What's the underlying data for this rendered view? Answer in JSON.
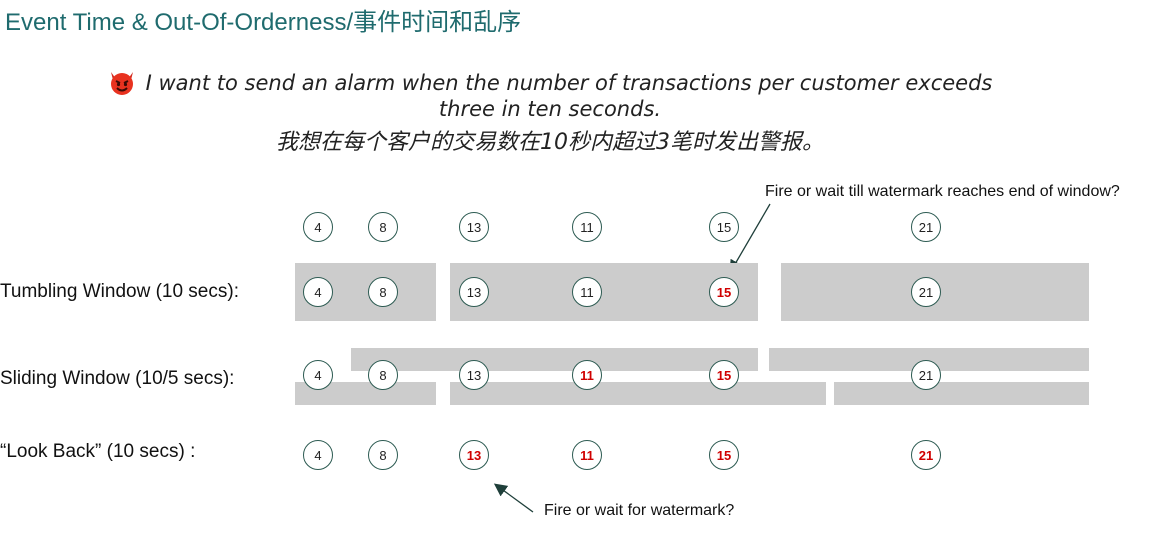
{
  "title": "Event Time & Out-Of-Orderness/事件时间和乱序",
  "quote": {
    "line1": "I  want to send an alarm when the number of  transactions per customer exceeds",
    "line2": "three in ten seconds.",
    "line3": "我想在每个客户的交易数在10秒内超过3笔时发出警报。"
  },
  "rows": {
    "tumbling_label": "Tumbling Window (10 secs):",
    "sliding_label": "Sliding Window (10/5 secs):",
    "lookback_label": "“Look Back” (10 secs) :"
  },
  "events": [
    "4",
    "8",
    "13",
    "11",
    "15",
    "21"
  ],
  "annotations": {
    "top": "Fire or wait till watermark reaches end of window?",
    "bottom": "Fire or wait for watermark?"
  },
  "colors": {
    "title": "#1f6b6e",
    "alert": "#d00000",
    "window": "#cccccc",
    "circle_border": "#2d5b52"
  }
}
